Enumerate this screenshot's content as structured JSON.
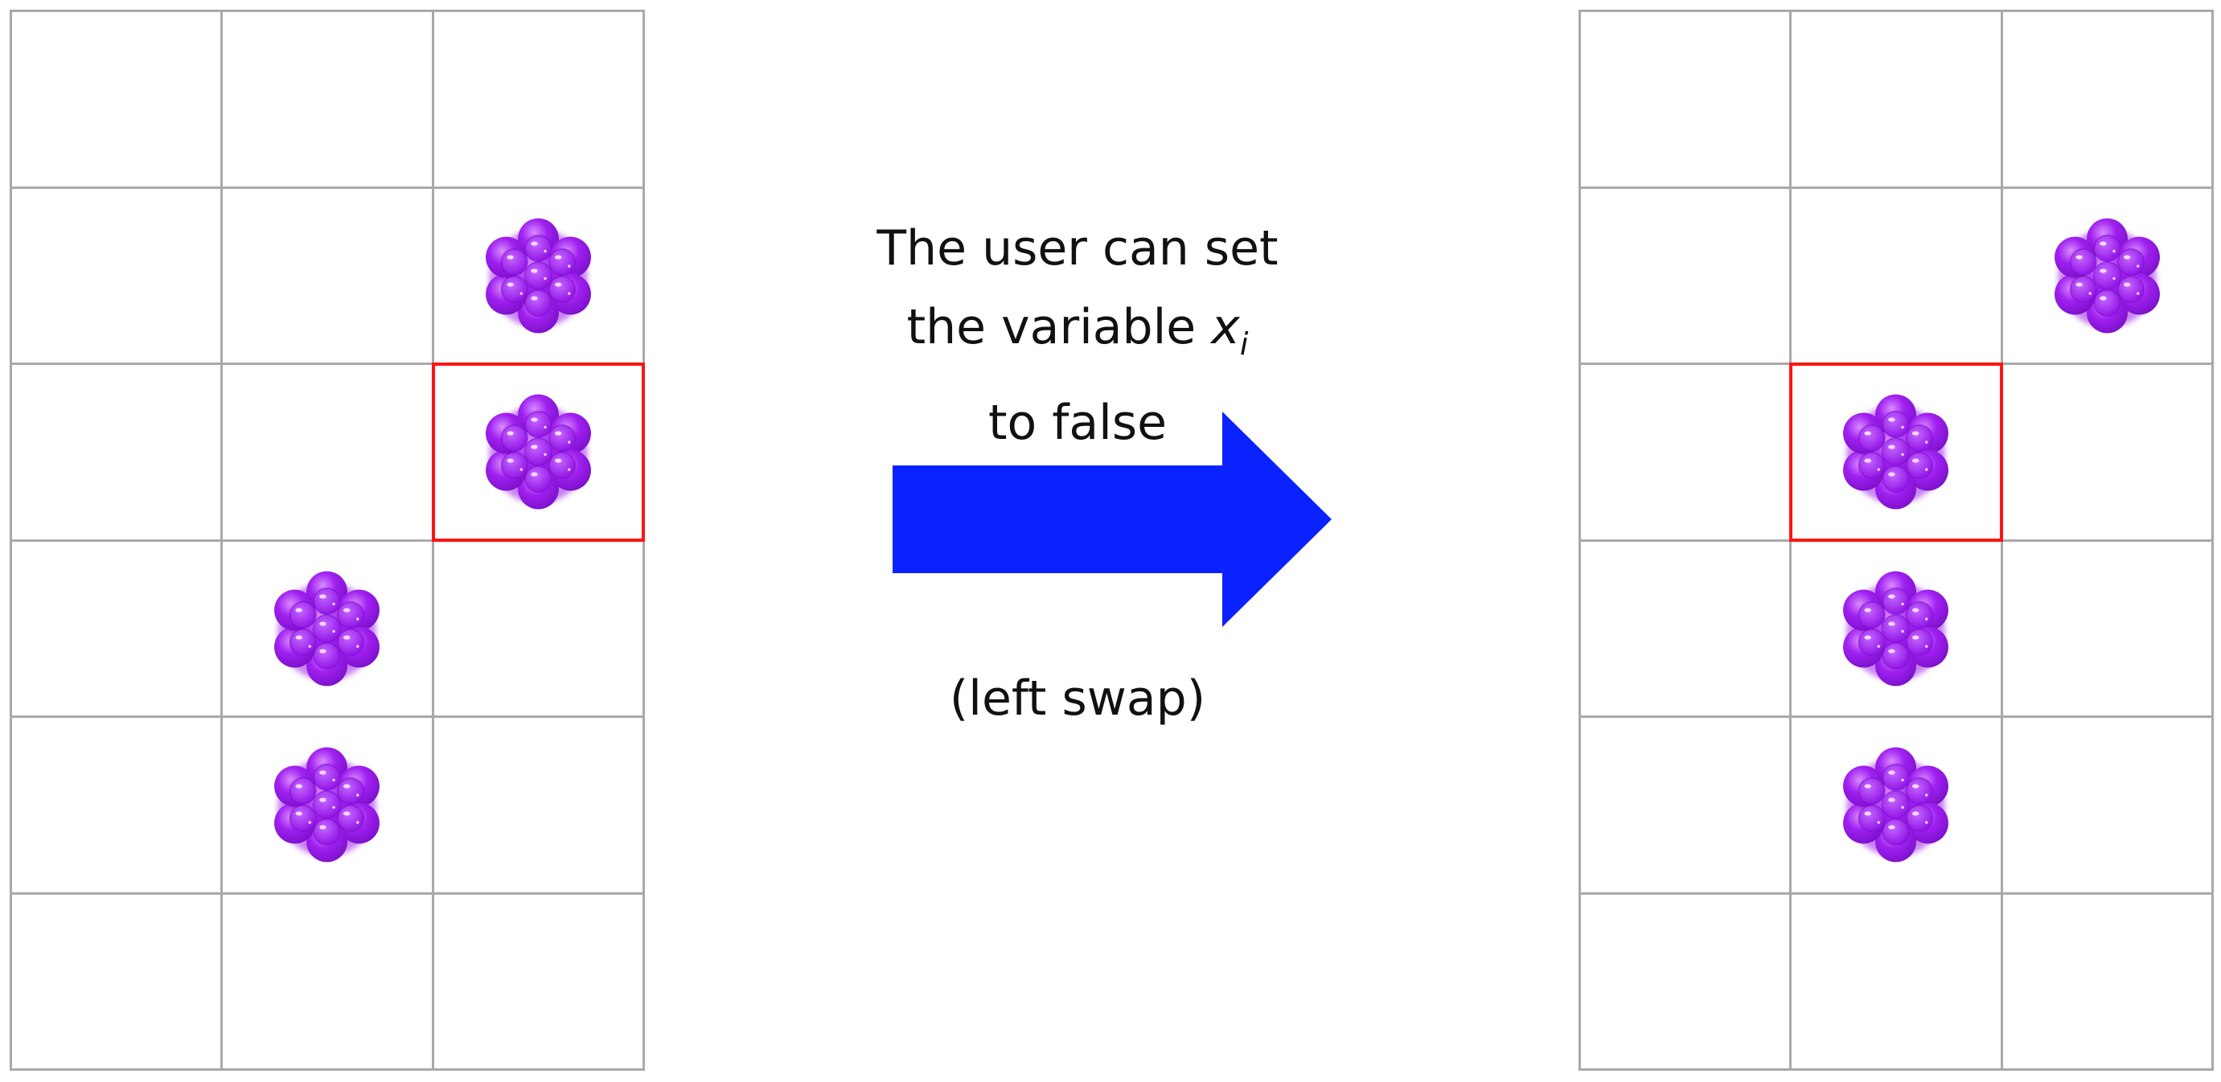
{
  "colors": {
    "grid_line": "#a9a9a9",
    "selection_border": "#ff1414",
    "arrow": "#0a22ff",
    "candy": "#a020f0"
  },
  "icons": {
    "candy": "purple-cluster-candy-icon",
    "arrow": "right-arrow-icon"
  },
  "caption": {
    "line1": "The user can set",
    "line2_prefix": "the variable ",
    "variable": "x",
    "subscript": "i",
    "line3": "to false",
    "note": "(left swap)"
  },
  "boards": {
    "before": {
      "rows": 6,
      "cols": 3,
      "candies": [
        [
          1,
          2
        ],
        [
          2,
          2
        ],
        [
          3,
          1
        ],
        [
          4,
          1
        ]
      ],
      "selected": [
        2,
        2
      ]
    },
    "after": {
      "rows": 6,
      "cols": 3,
      "candies": [
        [
          1,
          2
        ],
        [
          2,
          1
        ],
        [
          3,
          1
        ],
        [
          4,
          1
        ]
      ],
      "selected": [
        2,
        1
      ]
    }
  }
}
